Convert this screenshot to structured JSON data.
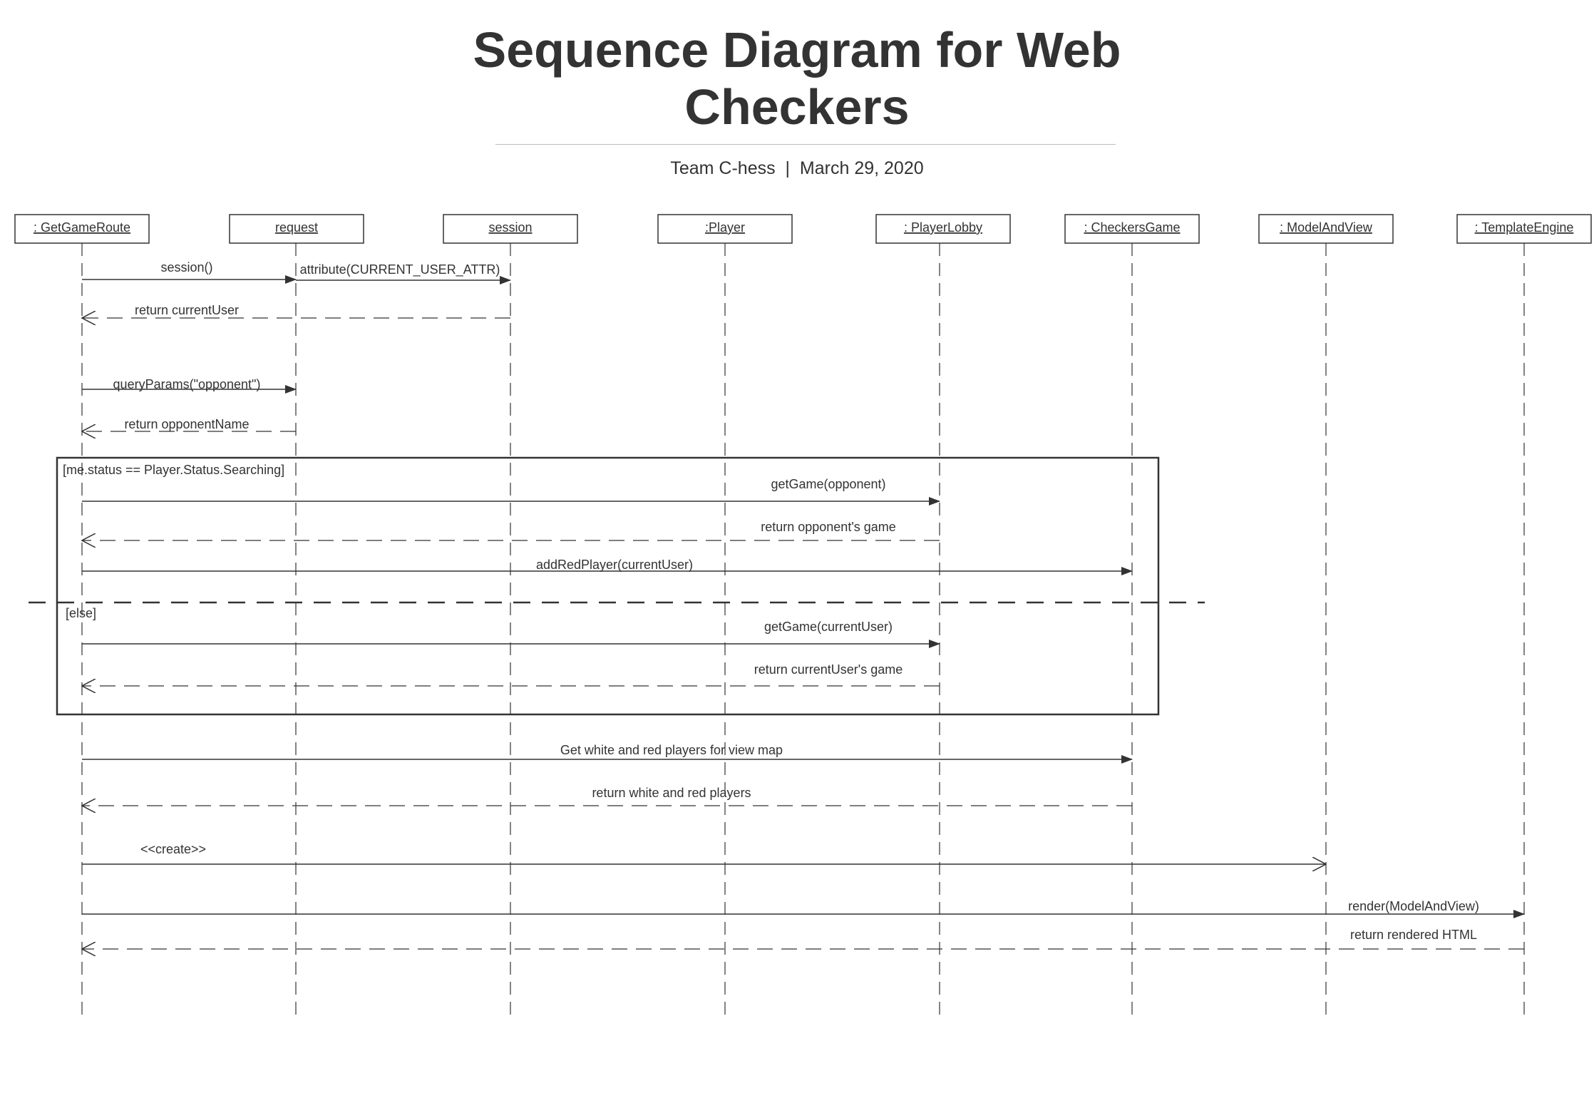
{
  "title": {
    "line1": "Sequence Diagram for Web",
    "line2": "Checkers"
  },
  "subtitle": {
    "team": "Team C-hess",
    "separator": "|",
    "date": "March 29, 2020"
  },
  "colors": {
    "text": "#333333",
    "line": "#333333",
    "rule": "#bdbdbd"
  },
  "participants": [
    {
      "id": "getgameroute",
      "label": ": GetGameRoute"
    },
    {
      "id": "request",
      "label": "request"
    },
    {
      "id": "session",
      "label": "session"
    },
    {
      "id": "player",
      "label": ":Player"
    },
    {
      "id": "playerlobby",
      "label": ": PlayerLobby"
    },
    {
      "id": "checkersgame",
      "label": ": CheckersGame"
    },
    {
      "id": "modelandview",
      "label": ": ModelAndView"
    },
    {
      "id": "templateengine",
      "label": ": TemplateEngine"
    }
  ],
  "fragment": {
    "type": "alt",
    "guard_if": "[me.status == Player.Status.Searching]",
    "guard_else": "[else]"
  },
  "messages": [
    {
      "id": "m1",
      "from": "getgameroute",
      "to": "request",
      "label": "session()",
      "kind": "sync"
    },
    {
      "id": "m2",
      "from": "request",
      "to": "session",
      "label": "attribute(CURRENT_USER_ATTR)",
      "kind": "sync"
    },
    {
      "id": "m3",
      "from": "session",
      "to": "getgameroute",
      "label": "return currentUser",
      "kind": "return"
    },
    {
      "id": "m4",
      "from": "getgameroute",
      "to": "request",
      "label": "queryParams(\"opponent\")",
      "kind": "sync"
    },
    {
      "id": "m5",
      "from": "request",
      "to": "getgameroute",
      "label": "return opponentName",
      "kind": "return"
    },
    {
      "id": "m6",
      "from": "getgameroute",
      "to": "playerlobby",
      "label": "getGame(opponent)",
      "kind": "sync"
    },
    {
      "id": "m7",
      "from": "playerlobby",
      "to": "getgameroute",
      "label": "return opponent's game",
      "kind": "return"
    },
    {
      "id": "m8",
      "from": "getgameroute",
      "to": "checkersgame",
      "label": "addRedPlayer(currentUser)",
      "kind": "sync"
    },
    {
      "id": "m9",
      "from": "getgameroute",
      "to": "playerlobby",
      "label": "getGame(currentUser)",
      "kind": "sync"
    },
    {
      "id": "m10",
      "from": "playerlobby",
      "to": "getgameroute",
      "label": "return currentUser's game",
      "kind": "return"
    },
    {
      "id": "m11",
      "from": "getgameroute",
      "to": "checkersgame",
      "label": "Get white and red players for view map",
      "kind": "sync"
    },
    {
      "id": "m12",
      "from": "checkersgame",
      "to": "getgameroute",
      "label": "return white and red players",
      "kind": "return"
    },
    {
      "id": "m13",
      "from": "getgameroute",
      "to": "modelandview",
      "label": "<<create>>",
      "kind": "create"
    },
    {
      "id": "m14",
      "from": "getgameroute",
      "to": "templateengine",
      "label": "render(ModelAndView)",
      "kind": "sync"
    },
    {
      "id": "m15",
      "from": "templateengine",
      "to": "getgameroute",
      "label": "return rendered HTML",
      "kind": "return"
    }
  ]
}
